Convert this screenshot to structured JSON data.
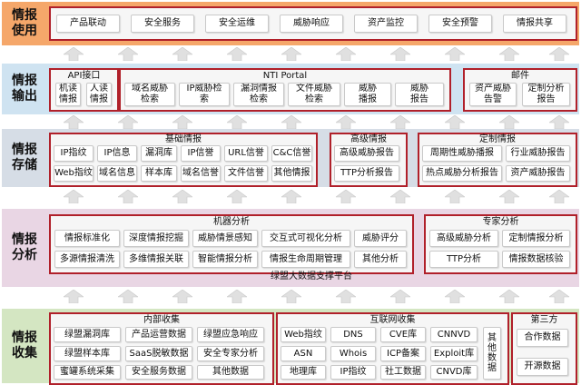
{
  "colors": {
    "usage_bg": "#f5a76a",
    "output_bg": "#cfe3f1",
    "storage_bg": "#d6dde6",
    "analysis_bg": "#e9d6e4",
    "collect_bg": "#d4e6c2",
    "group_border": "#b0202a",
    "arrow_fill": "#e0e0e0"
  },
  "layers": {
    "usage": {
      "label": "情报\n使用",
      "items": [
        "产品联动",
        "安全服务",
        "安全运维",
        "威胁响应",
        "资产监控",
        "安全预警",
        "情报共享"
      ]
    },
    "output": {
      "label": "情报\n输出",
      "api": {
        "title": "API接口",
        "items": [
          "机读\n情报",
          "人读\n情报"
        ]
      },
      "portal": {
        "title": "NTI Portal",
        "items": [
          "域名威胁\n检索",
          "IP威胁检\n索",
          "漏洞情报\n检索",
          "文件威胁\n检索",
          "威胁\n播报",
          "威胁\n报告"
        ]
      },
      "mail": {
        "title": "邮件",
        "items": [
          "资产威胁\n告警",
          "定制分析\n报告"
        ]
      }
    },
    "storage": {
      "label": "情报\n存储",
      "basic": {
        "title": "基础情报",
        "items": [
          "IP指纹",
          "IP信息",
          "漏洞库",
          "IP信誉",
          "URL信誉",
          "C&C信誉",
          "Web指纹",
          "域名信息",
          "样本库",
          "域名信誉",
          "文件信誉",
          "其他情报"
        ]
      },
      "advanced": {
        "title": "高级情报",
        "items": [
          "高级威胁报告",
          "TTP分析报告"
        ]
      },
      "custom": {
        "title": "定制情报",
        "items": [
          "周期性威胁播报",
          "行业威胁报告",
          "热点威胁分析报告",
          "资产威胁报告"
        ]
      }
    },
    "analysis": {
      "label": "情报\n分析",
      "machine": {
        "title": "机器分析",
        "items": [
          "情报标准化",
          "深度情报挖掘",
          "威胁情景感知",
          "交互式可视化分析",
          "威胁评分",
          "多源情报清洗",
          "多维情报关联",
          "智能情报分析",
          "情报生命周期管理",
          "其他分析"
        ]
      },
      "expert": {
        "title": "专家分析",
        "items": [
          "高级威胁分析",
          "定制情报分析",
          "TTP分析",
          "情报数据核验"
        ]
      },
      "platform": "绿盟大数据支撑平台"
    },
    "collect": {
      "label": "情报\n收集",
      "internal": {
        "title": "内部收集",
        "items": [
          "绿盟漏洞库",
          "产品运营数据",
          "绿盟应急响应",
          "绿盟样本库",
          "SaaS脱敏数据",
          "安全专家分析",
          "蜜罐系统采集",
          "安全服务数据",
          "其他数据"
        ]
      },
      "internet": {
        "title": "互联网收集",
        "items": [
          "Web指纹",
          "DNS",
          "CVE库",
          "CNNVD",
          "ASN",
          "Whois",
          "ICP备案",
          "Exploit库",
          "地理库",
          "IP指纹",
          "社工数据",
          "CNVD库"
        ],
        "other": "其他数据"
      },
      "third": {
        "title": "第三方",
        "items": [
          "合作数据",
          "开源数据"
        ]
      }
    }
  }
}
